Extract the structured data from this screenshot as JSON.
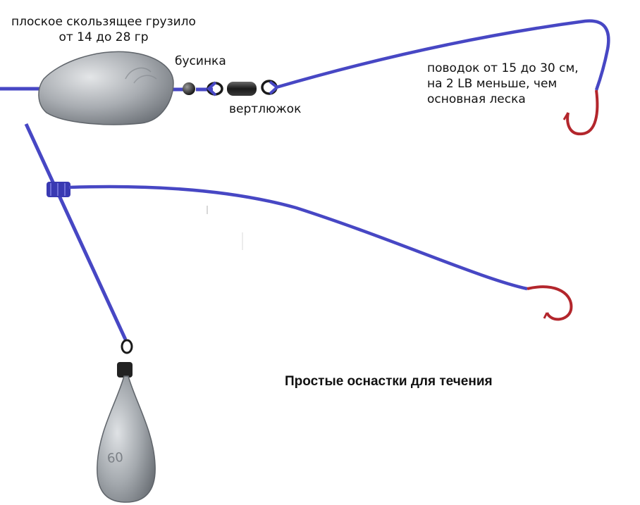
{
  "labels": {
    "sinker": [
      "плоское скользящее грузило",
      "от 14 до 28 гр"
    ],
    "bead": "бусинка",
    "swivel": "вертлюжок",
    "leader": [
      "поводок от 15 до 30 см,",
      "на 2 LB меньше, чем",
      "основная леска"
    ],
    "title": "Простые оснастки для течения",
    "weight_mark": "60"
  },
  "colors": {
    "line": "#4747c4",
    "hook": "#b3262c",
    "lead": "#9ea3a8",
    "text": "#111111"
  }
}
